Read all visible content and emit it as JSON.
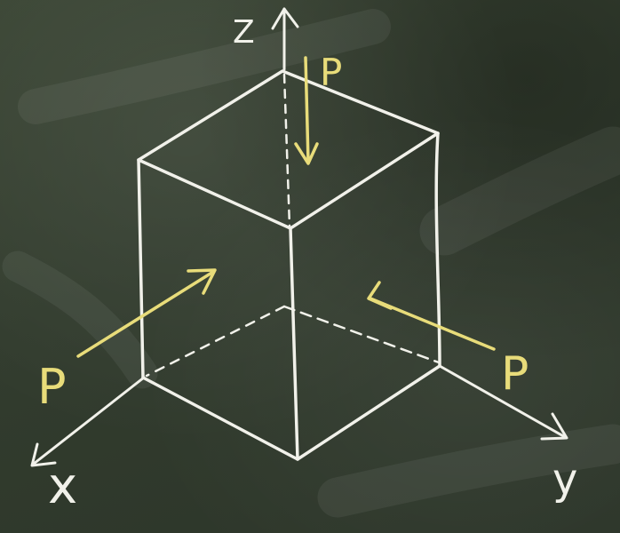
{
  "diagram": {
    "axis_labels": {
      "z": "Z",
      "x": "x",
      "y": "y"
    },
    "force_labels": [
      "P",
      "P",
      "P"
    ],
    "colors": {
      "board": "#323c2e",
      "chalk": "#f1f1ea",
      "force": "#e8dc7a"
    }
  }
}
